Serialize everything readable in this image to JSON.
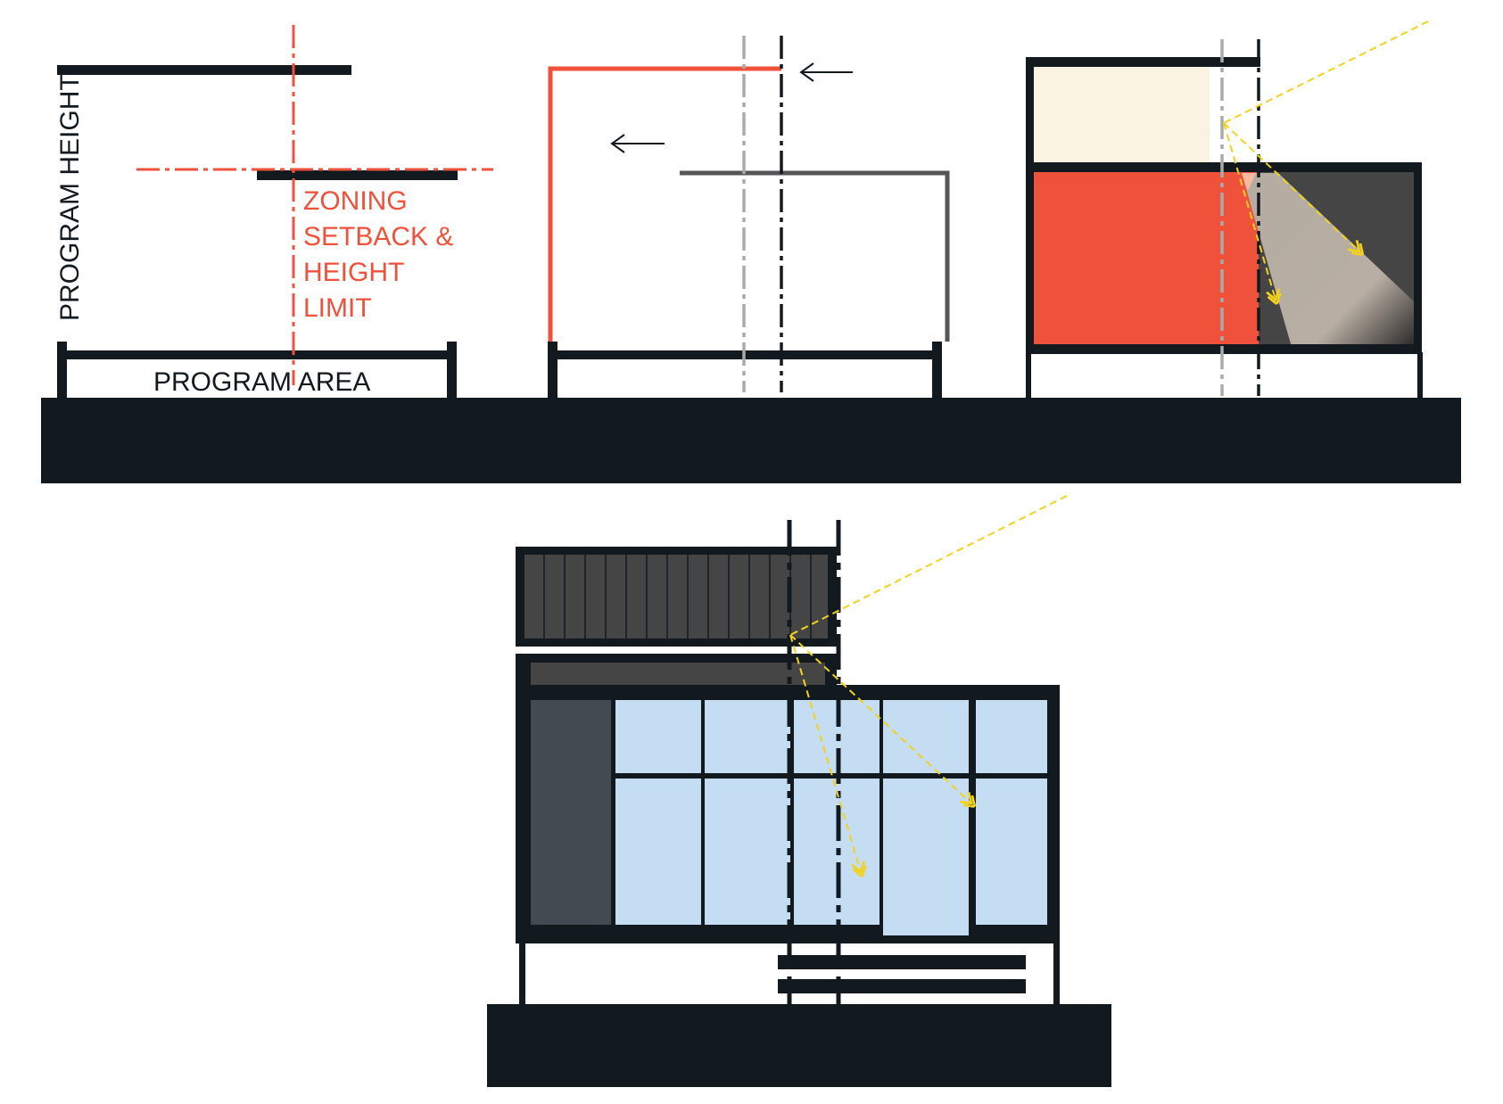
{
  "labels": {
    "program_height": "PROGRAM HEIGHT",
    "program_area": "PROGRAM AREA",
    "zoning_line1": "ZONING",
    "zoning_line2": "SETBACK &",
    "zoning_line3": "HEIGHT",
    "zoning_line4": "LIMIT"
  },
  "colors": {
    "structure": "#121a20",
    "zoning_red": "#ef513b",
    "cream_volume": "#fbf3e2",
    "glazing_blue": "#c4ddf3",
    "dark_gray": "#454545",
    "slate": "#434a52",
    "sunlight": "#f2d21d",
    "setback_gray": "#aaaaaa"
  },
  "icons": [
    "left-arrow-icon",
    "left-arrow-icon"
  ]
}
